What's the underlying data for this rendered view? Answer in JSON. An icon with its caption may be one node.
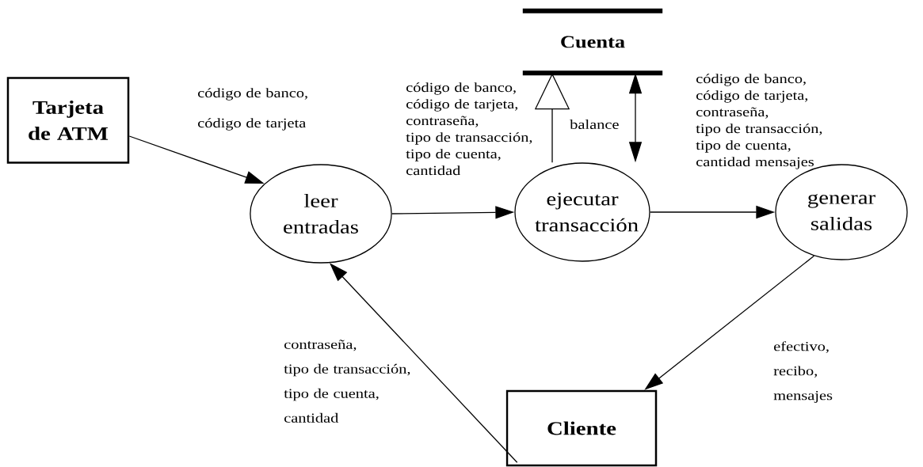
{
  "diagram": {
    "nodes": [
      {
        "text": [
          "Cuenta"
        ]
      },
      {
        "text": [
          "Tarjeta de ATM"
        ]
      },
      {
        "text": [
          "leer entradas"
        ]
      },
      {
        "text": [
          "ejecutar transacción"
        ]
      },
      {
        "text": [
          "generar salidas"
        ]
      },
      {
        "text": [
          "Cliente"
        ]
      }
    ],
    "edges": [
      {
        "from": 1,
        "to": 2,
        "arrow": "to",
        "label": "código de banco, código de tarjeta"
      },
      {
        "from": 2,
        "to": 3,
        "arrow": "to",
        "label": "código de banco, código de tarjeta, contraseña, tipo de transacción, tipo de cuenta, cantidad"
      },
      {
        "from": 3,
        "to": 0,
        "arrow": "to",
        "label": "balance"
      },
      {
        "from": 3,
        "to": 0,
        "arrow": "both"
      },
      {
        "from": 3,
        "to": 4,
        "arrow": "to",
        "label": "código de banco, código de tarjeta, contraseña, tipo de transacción, tipo de cuenta, cantidad mensajes"
      },
      {
        "from": 4,
        "to": 5,
        "arrow": "to",
        "label": "efectivo, recibo, mensajes"
      },
      {
        "from": 5,
        "to": 2,
        "arrow": "to",
        "label": "contraseña, tipo de transacción, tipo de cuenta, cantidad"
      }
    ]
  }
}
